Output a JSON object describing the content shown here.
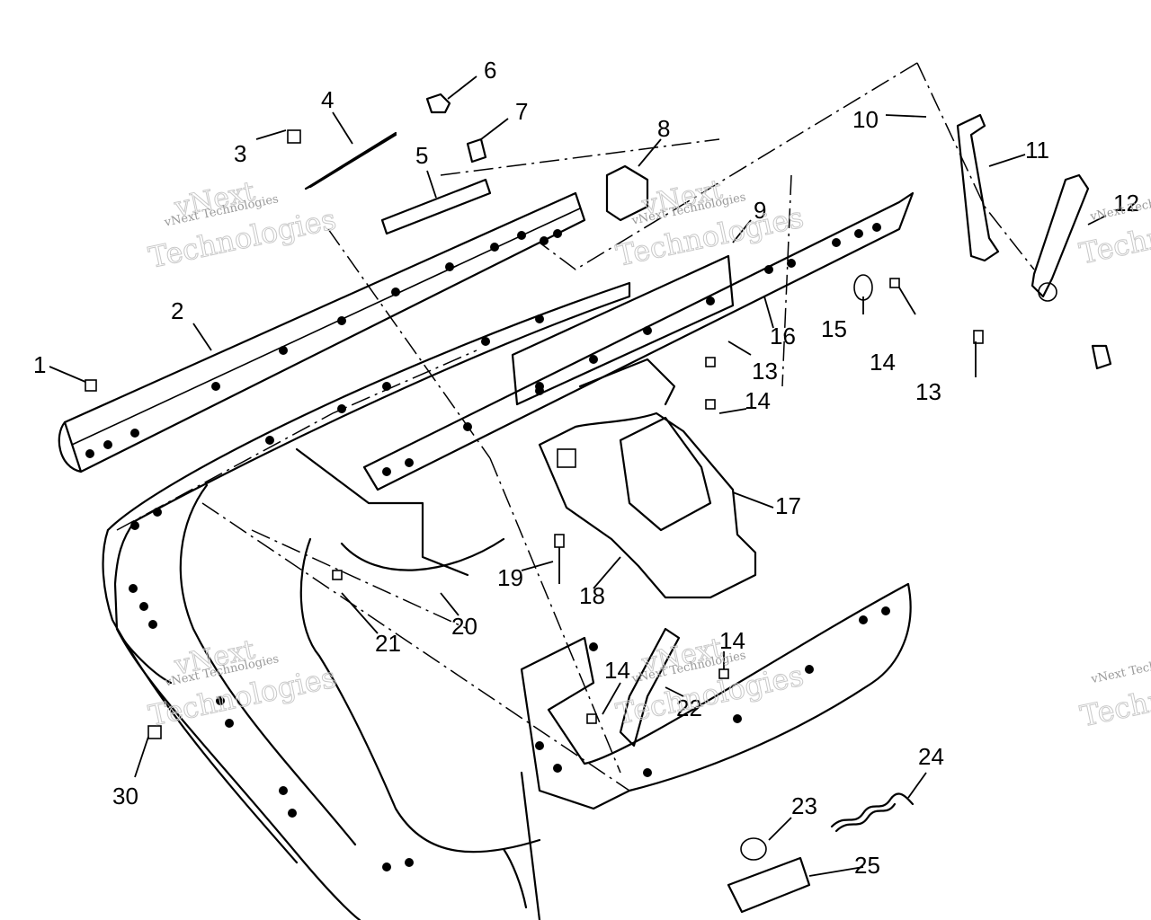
{
  "callouts": [
    "1",
    "2",
    "3",
    "4",
    "5",
    "6",
    "7",
    "8",
    "9",
    "10",
    "11",
    "12",
    "13",
    "13",
    "14",
    "14",
    "14",
    "14",
    "15",
    "16",
    "17",
    "18",
    "19",
    "20",
    "21",
    "22",
    "23",
    "24",
    "25",
    "30"
  ],
  "watermark": {
    "line1": "vNext",
    "line2": "Technologies",
    "small": "vNext Technologies"
  }
}
